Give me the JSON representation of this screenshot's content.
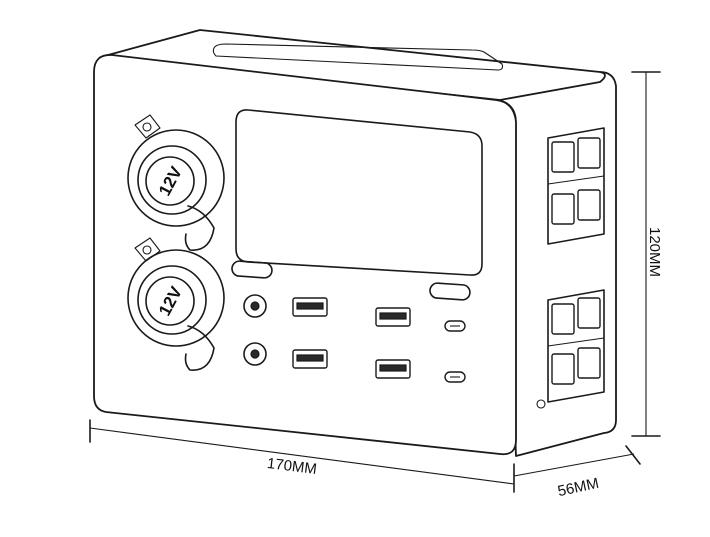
{
  "dimensions": {
    "width_label": "170MM",
    "depth_label": "56MM",
    "height_label": "120MM"
  },
  "sockets": {
    "top_label": "12V",
    "bottom_label": "12V"
  },
  "colors": {
    "line": "#1a1a1a",
    "background": "#ffffff"
  }
}
